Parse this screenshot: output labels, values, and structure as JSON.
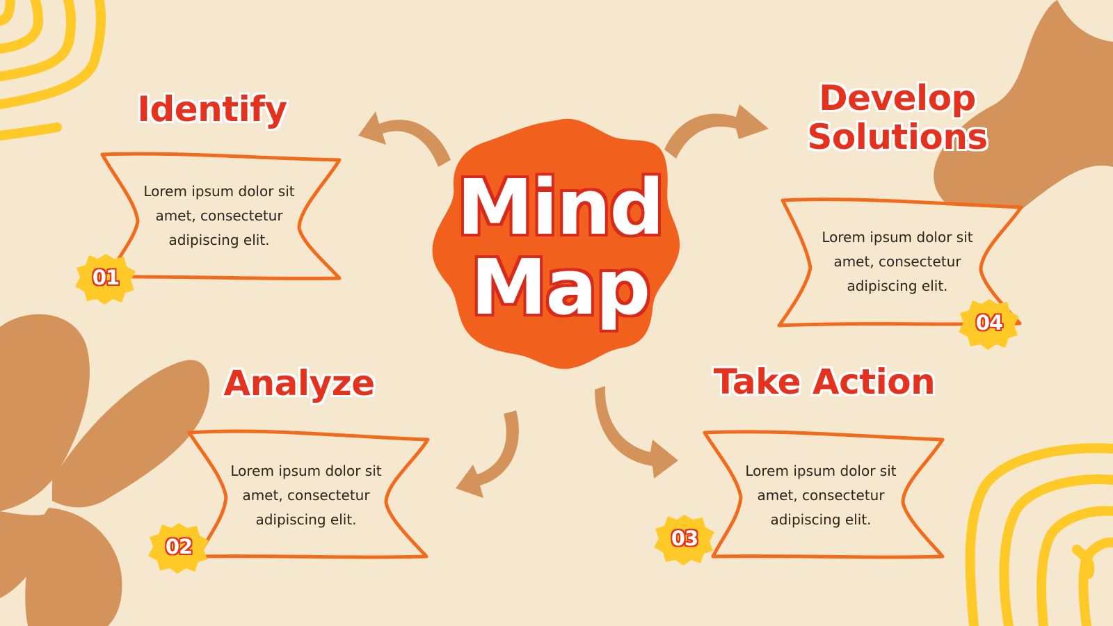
{
  "center": {
    "line1": "Mind",
    "line2": "Map"
  },
  "nodes": [
    {
      "number": "01",
      "title": "Identify",
      "body_line1": "Lorem ipsum dolor sit",
      "body_line2": "amet, consectetur",
      "body_line3": "adipiscing elit."
    },
    {
      "number": "02",
      "title": "Analyze",
      "body_line1": "Lorem ipsum dolor sit",
      "body_line2": "amet, consectetur",
      "body_line3": "adipiscing elit."
    },
    {
      "number": "03",
      "title": "Take Action",
      "body_line1": "Lorem ipsum dolor sit",
      "body_line2": "amet, consectetur",
      "body_line3": "adipiscing elit."
    },
    {
      "number": "04",
      "title_line1": "Develop",
      "title_line2": "Solutions",
      "body_line1": "Lorem ipsum dolor sit",
      "body_line2": "amet, consectetur",
      "body_line3": "adipiscing elit."
    }
  ],
  "colors": {
    "background": "#F6E8CF",
    "title_red": "#E5321F",
    "frame_orange": "#F26A1B",
    "center_orange": "#F2601E",
    "badge_yellow": "#FFC928",
    "arrow_tan": "#D4935A",
    "shape_tan": "#D4935A",
    "spiral_yellow": "#FFC928"
  }
}
